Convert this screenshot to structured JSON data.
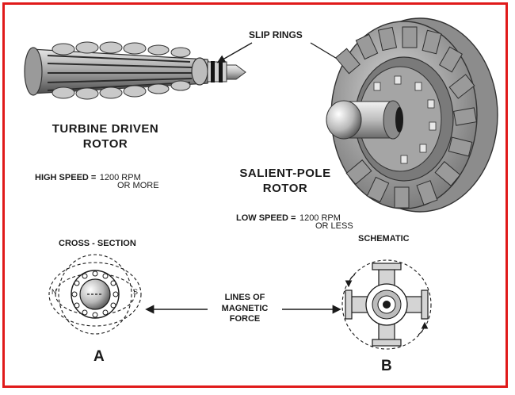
{
  "colors": {
    "frame": "#e01a1a",
    "ink": "#1a1a1a"
  },
  "labels": {
    "slip_rings": "SLIP RINGS",
    "turbine_rotor": [
      "TURBINE DRIVEN",
      "ROTOR"
    ],
    "high_speed": {
      "label": "HIGH SPEED =",
      "value": "1200 RPM",
      "note": "OR MORE"
    },
    "salient_rotor": [
      "SALIENT-POLE",
      "ROTOR"
    ],
    "low_speed": {
      "label": "LOW SPEED =",
      "value": "1200 RPM",
      "note": "OR LESS"
    },
    "cross_section": "CROSS - SECTION",
    "schematic": "SCHEMATIC",
    "lines_of_force": [
      "LINES OF",
      "MAGNETIC",
      "FORCE"
    ],
    "pole_n": "N",
    "pole_s": "S",
    "letter_a": "A",
    "letter_b": "B"
  }
}
